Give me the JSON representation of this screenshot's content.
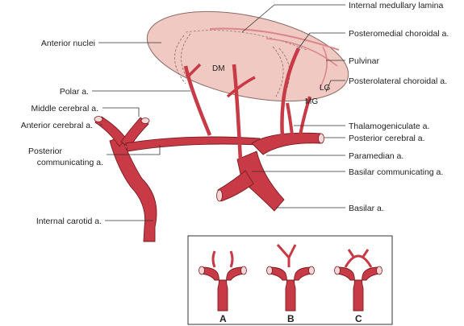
{
  "colors": {
    "artery": "#c83a45",
    "artery_dark": "#8c1f28",
    "thalamus": "#f1c9c3",
    "thalamus_stroke": "#8a6a64",
    "lumen": "#f4d6d6",
    "leader": "#333333"
  },
  "labels": {
    "anterior_nuclei": "Anterior nuclei",
    "polar": "Polar a.",
    "middle_cerebral": "Middle cerebral a.",
    "anterior_cerebral": "Anterior cerebral a.",
    "posterior_communicating_1": "Posterior",
    "posterior_communicating_2": "communicating a.",
    "internal_carotid": "Internal carotid a.",
    "internal_medullary_lamina": "Internal medullary lamina",
    "posteromedial_choroidal": "Posteromedial choroidal a.",
    "pulvinar": "Pulvinar",
    "posterolateral_choroidal": "Posterolateral choroidal a.",
    "thalamogeniculate": "Thalamogeniculate a.",
    "posterior_cerebral": "Posterior cerebral a.",
    "paramedian": "Paramedian a.",
    "basilar_communicating": "Basilar communicating a.",
    "basilar": "Basilar a.",
    "dm": "DM",
    "lg": "LG",
    "mg": "MG"
  },
  "variants": [
    {
      "id": "A",
      "label": "A"
    },
    {
      "id": "B",
      "label": "B"
    },
    {
      "id": "C",
      "label": "C"
    }
  ]
}
